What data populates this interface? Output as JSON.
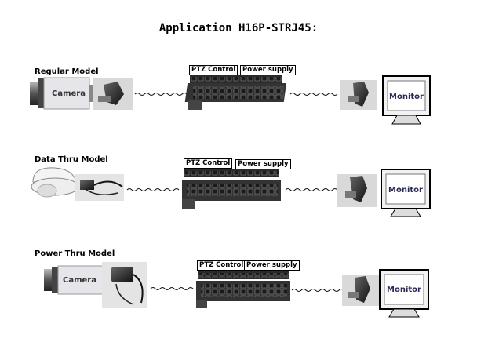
{
  "title": "Application H16P-STRJ45:",
  "rows": [
    {
      "model_label": "Regular Model",
      "ptz_label": "PTZ Control",
      "power_label": "Power supply",
      "camera_label": "Camera",
      "monitor_label": "Monitor"
    },
    {
      "model_label": "Data Thru Model",
      "ptz_label": "PTZ Control",
      "power_label": "Power supply",
      "monitor_label": "Monitor"
    },
    {
      "model_label": "Power Thru Model",
      "ptz_label": "PTZ Control",
      "power_label": "Power supply",
      "camera_label": "Camera",
      "monitor_label": "Monitor"
    }
  ]
}
